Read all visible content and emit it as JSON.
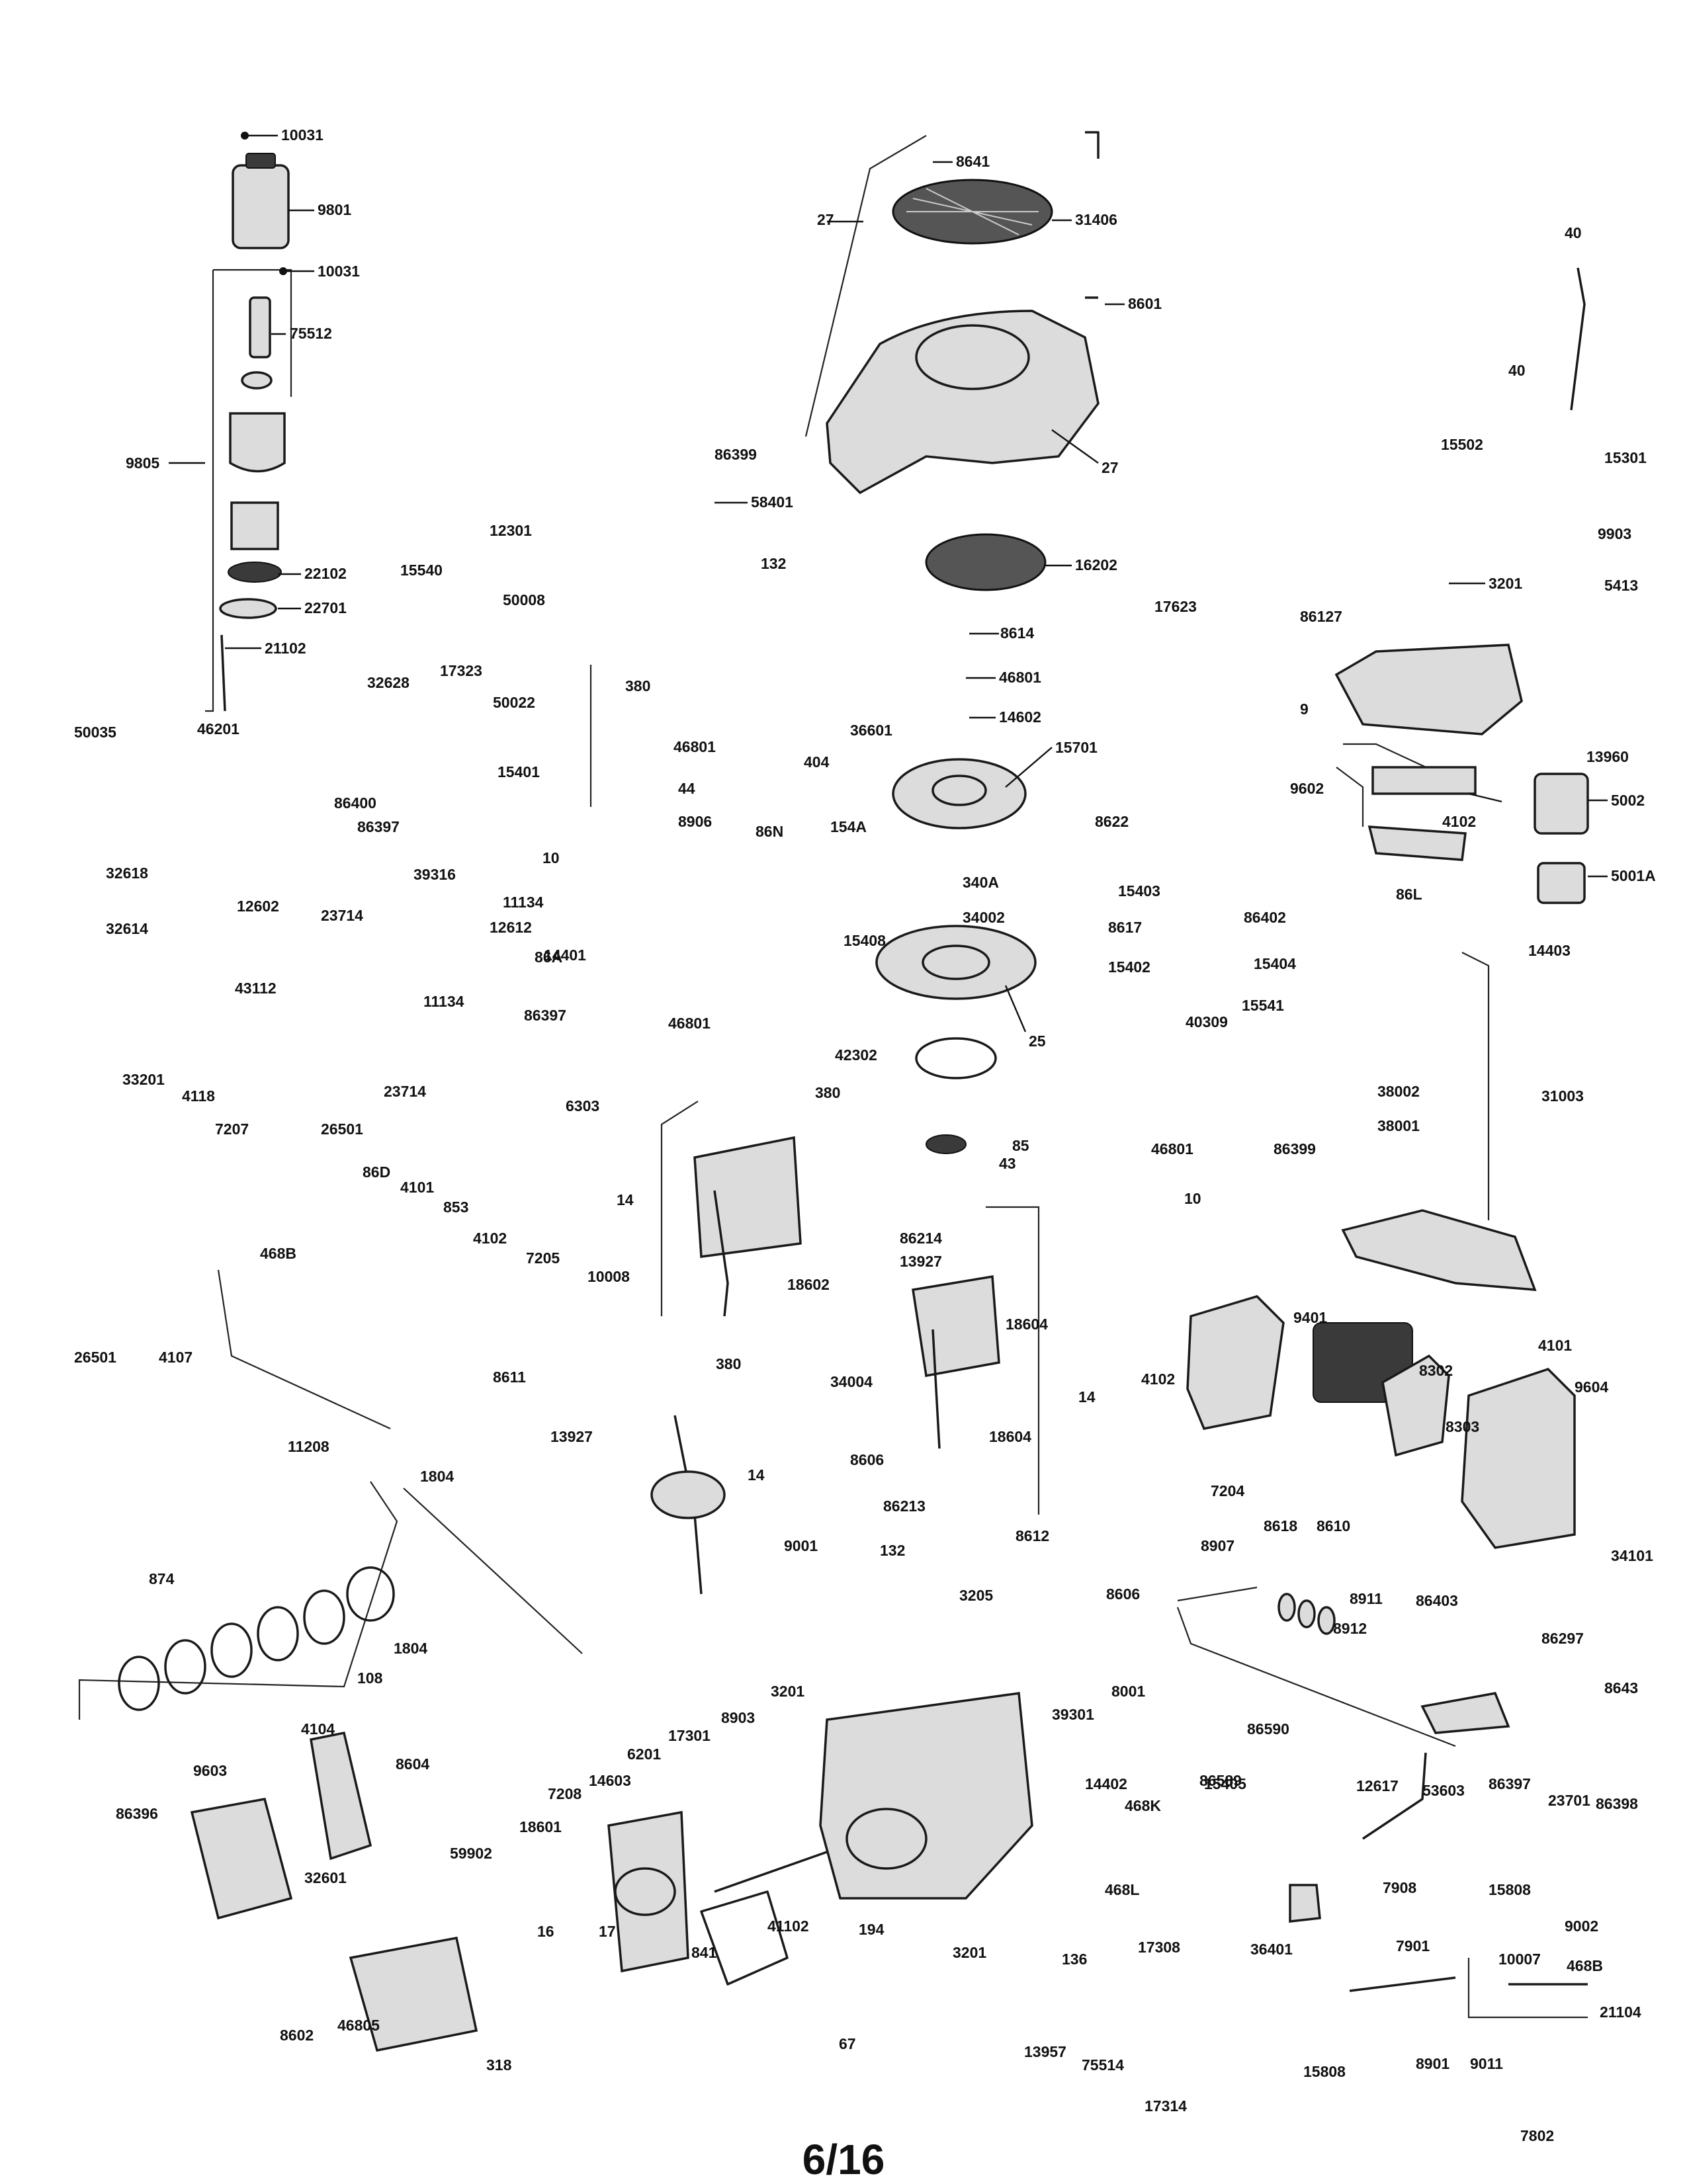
{
  "page": {
    "number": "6/16"
  },
  "parts": {
    "p10031a": "10031",
    "p9801": "9801",
    "p10031b": "10031",
    "p75512": "75512",
    "p9805": "9805",
    "p22102": "22102",
    "p22701": "22701",
    "p21102": "21102",
    "p50035": "50035",
    "p46201": "46201",
    "p32618": "32618",
    "p32614": "32614",
    "p8641": "8641",
    "p27a": "27",
    "p31406": "31406",
    "p8601": "8601",
    "p27b": "27",
    "p86399a": "86399",
    "p58401": "58401",
    "p132a": "132",
    "p12301": "12301",
    "p15540": "15540",
    "p50008": "50008",
    "p17323": "17323",
    "p32628": "32628",
    "p380a": "380",
    "p50022": "50022",
    "p15401": "15401",
    "p86400": "86400",
    "p86397a": "86397",
    "p12602": "12602",
    "p39316": "39316",
    "p11134a": "11134",
    "p23714a": "23714",
    "p12612": "12612",
    "p86A": "86A",
    "p43112": "43112",
    "p11134b": "11134",
    "p86397b": "86397",
    "p23714b": "23714",
    "p46801a": "46801",
    "p44": "44",
    "p8906": "8906",
    "p10a": "10",
    "p14401": "14401",
    "p46801b": "46801",
    "p16202": "16202",
    "p8614": "8614",
    "p46801c": "46801",
    "p14602": "14602",
    "p36601": "36601",
    "p404": "404",
    "p15701": "15701",
    "p86N": "86N",
    "p154A": "154A",
    "p340A": "340A",
    "p34002": "34002",
    "p15408": "15408",
    "p25": "25",
    "p17623": "17623",
    "p8622": "8622",
    "p15403": "15403",
    "p8617": "8617",
    "p15402": "15402",
    "p86402": "86402",
    "p15404": "15404",
    "p40a": "40",
    "p40b": "40",
    "p15502": "15502",
    "p15301": "15301",
    "p9903": "9903",
    "p86127": "86127",
    "p3201a": "3201",
    "p5413": "5413",
    "p9": "9",
    "p13960": "13960",
    "p9602": "9602",
    "p4102a": "4102",
    "p5002": "5002",
    "p5001A": "5001A",
    "p86L": "86L",
    "p14403": "14403",
    "p33201": "33201",
    "p4118": "4118",
    "p7207": "7207",
    "p26501a": "26501",
    "p86D": "86D",
    "p4101a": "4101",
    "p853": "853",
    "p468B": "468B",
    "p4102b": "4102",
    "p7205": "7205",
    "p10008": "10008",
    "p26501b": "26501",
    "p4107": "4107",
    "p8611": "8611",
    "p11208": "11208",
    "p6303": "6303",
    "p42302": "42302",
    "p380b": "380",
    "p14a": "14",
    "p85": "85",
    "p43": "43",
    "p46801d": "46801",
    "p10b": "10",
    "p40309": "40309",
    "p15541": "15541",
    "p86399b": "86399",
    "p38002": "38002",
    "p38001": "38001",
    "p31003": "31003",
    "p18602": "18602",
    "p380c": "380",
    "p86214": "86214",
    "p13927a": "13927",
    "p18604a": "18604",
    "p34004": "34004",
    "p14b": "14",
    "p18604b": "18604",
    "p8606a": "8606",
    "p86213": "86213",
    "p13927b": "13927",
    "p14c": "14",
    "p9001": "9001",
    "p4101b": "4101",
    "p4102c": "4102",
    "p9401": "9401",
    "p8302": "8302",
    "p8303": "8303",
    "p9604": "9604",
    "p7204": "7204",
    "p34101": "34101",
    "p1804a": "1804",
    "p874": "874",
    "p1804b": "1804",
    "p108": "108",
    "p132b": "132",
    "p8612": "8612",
    "p3205": "3205",
    "p8606b": "8606",
    "p8001": "8001",
    "p39301": "39301",
    "p8907": "8907",
    "p8618": "8618",
    "p8610": "8610",
    "p8911": "8911",
    "p8912": "8912",
    "p86403": "86403",
    "p86297": "86297",
    "p8643": "8643",
    "p53603": "53603",
    "p86397c": "86397",
    "p23701": "23701",
    "p86398": "86398",
    "p4104": "4104",
    "p9603": "9603",
    "p86396": "86396",
    "p8604": "8604",
    "p59902": "59902",
    "p18601": "18601",
    "p7208": "7208",
    "p14603": "14603",
    "p6201": "6201",
    "p17301": "17301",
    "p8903": "8903",
    "p3201b": "3201",
    "p32601": "32601",
    "p16": "16",
    "p17": "17",
    "p841": "841",
    "p41102": "41102",
    "p194": "194",
    "p3201c": "3201",
    "p67": "67",
    "p318": "318",
    "p8602": "8602",
    "p46805": "46805",
    "p14402": "14402",
    "p468K": "468K",
    "p468L": "468L",
    "p15405": "15405",
    "p136": "136",
    "p17308": "17308",
    "p13957": "13957",
    "p75514": "75514",
    "p17314": "17314",
    "p86590": "86590",
    "p86589": "86589",
    "p12617": "12617",
    "p7908": "7908",
    "p36401": "36401",
    "p15808a": "15808",
    "p7901": "7901",
    "p10007": "10007",
    "p9002": "9002",
    "p468B2": "468B",
    "p21104": "21104",
    "p15808b": "15808",
    "p8901": "8901",
    "p9011": "9011",
    "p7802": "7802"
  }
}
